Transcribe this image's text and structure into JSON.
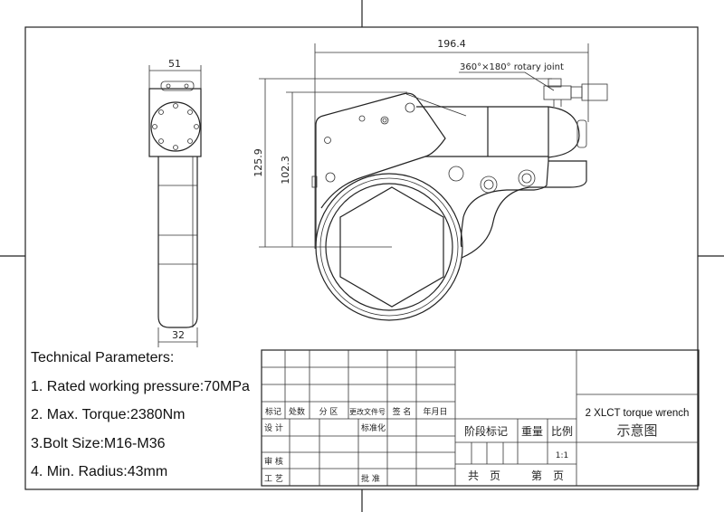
{
  "drawing": {
    "side_view": {
      "width_dim_top": "51",
      "width_dim_bottom": "32"
    },
    "front_view": {
      "length_dim": "196.4",
      "height_dim_1": "125.9",
      "height_dim_2": "102.3",
      "joint_label": "360°×180° rotary joint"
    }
  },
  "technical_parameters": {
    "heading": "Technical Parameters:",
    "items": [
      "1. Rated working pressure:70MPa",
      "2. Max. Torque:2380Nm",
      "3.Bolt Size:M16-M36",
      "4. Min. Radius:43mm"
    ]
  },
  "title_block": {
    "rev_headers": [
      "标记",
      "处数",
      "分 区",
      "更改文件号",
      "签 名",
      "年月日"
    ],
    "roles": {
      "design": "设 计",
      "standardize": "标准化",
      "review": "审 核",
      "process": "工 艺",
      "approve": "批 准"
    },
    "stage_mark": "阶段标记",
    "weight": "重量",
    "scale_label": "比例",
    "scale_value": "1:1",
    "sheets_total": "共　页",
    "sheet_no": "第　页",
    "title_en": "2 XLCT torque wrench",
    "title_cn": "示意图"
  }
}
